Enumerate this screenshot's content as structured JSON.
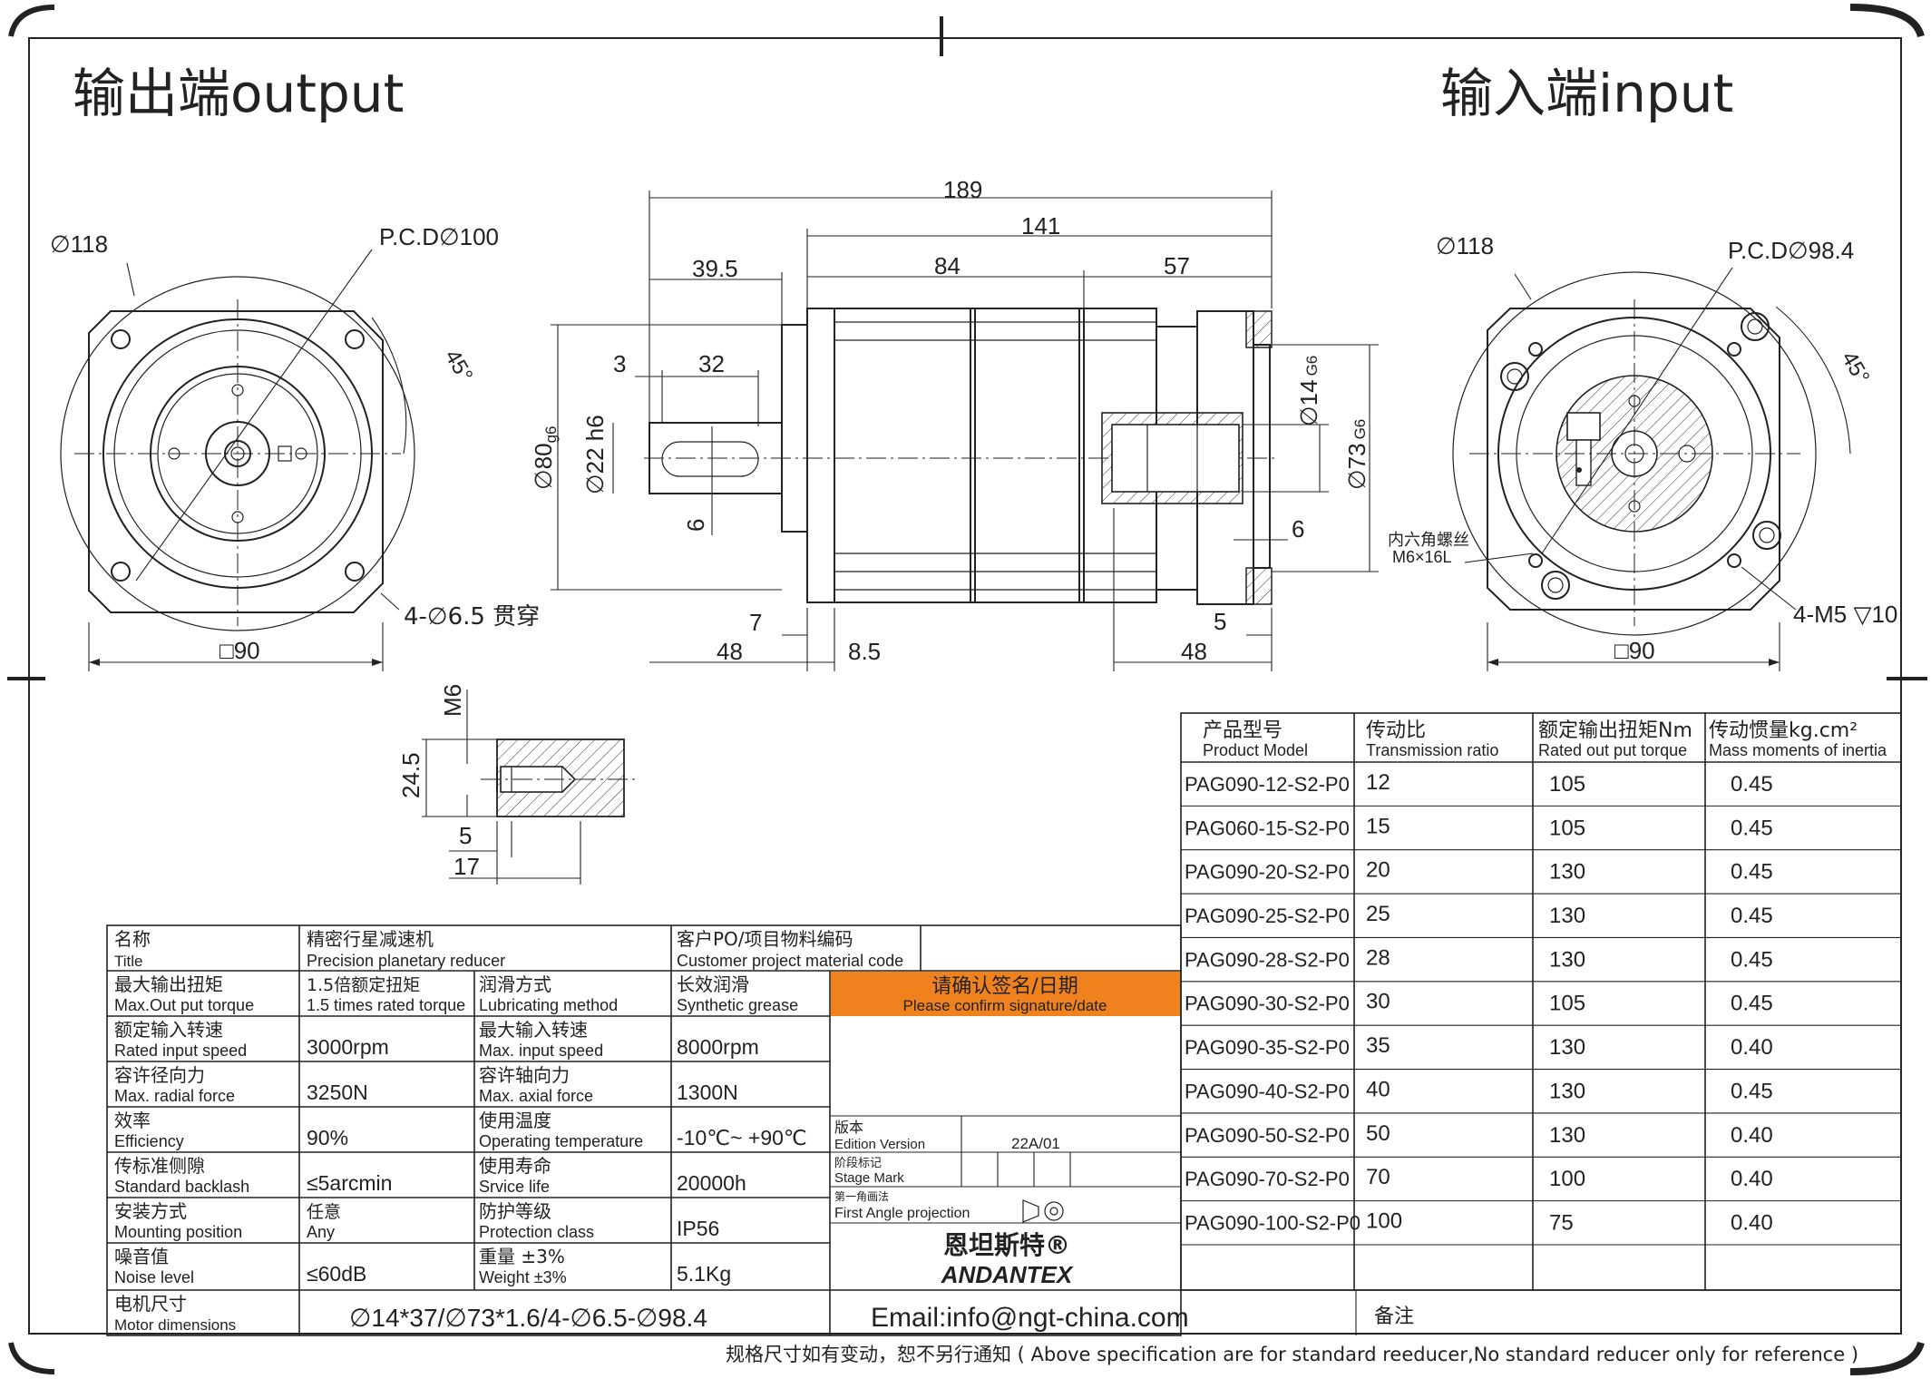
{
  "headings": {
    "output": "输出端output",
    "input": "输入端input"
  },
  "output_view": {
    "dia_outer": "∅118",
    "pcd": "P.C.D∅100",
    "angle": "45°",
    "holes": "4-∅6.5 贯穿",
    "square": "□90"
  },
  "side_view": {
    "overall": "189",
    "body": "141",
    "left_part": "84",
    "right_part": "57",
    "shaft_len": "39.5",
    "shaft_offset": "3",
    "key_len": "32",
    "key_w": "6",
    "flange_dia": "∅80",
    "flange_tol": "g6",
    "shaft_dia": "∅22 h6",
    "bore_dia": "∅14",
    "bore_tol": "G6",
    "pilot_dia": "∅73",
    "pilot_tol": "G6",
    "step6": "6",
    "flange7": "7",
    "bottom48_left": "48",
    "bottom8_5": "8.5",
    "dim5": "5",
    "bottom48_right": "48",
    "screw_note": "内六角螺丝",
    "screw_spec": "M6×16L"
  },
  "input_view": {
    "dia_outer": "∅118",
    "pcd": "P.C.D∅98.4",
    "angle": "45°",
    "holes": "4-M5 ▽10",
    "square": "□90"
  },
  "detail": {
    "thread": "M6",
    "depth": "24.5",
    "dim5": "5",
    "dim17": "17"
  },
  "model_table": {
    "headers": [
      {
        "cn": "产品型号",
        "en": "Product Model"
      },
      {
        "cn": "传动比",
        "en": "Transmission ratio"
      },
      {
        "cn": "额定输出扭矩Nm",
        "en": "Rated out put torque"
      },
      {
        "cn": "传动惯量kg.cm²",
        "en": "Mass moments of inertia"
      }
    ],
    "rows": [
      {
        "model": "PAG090-12-S2-P0",
        "ratio": "12",
        "torque": "105",
        "inertia": "0.45"
      },
      {
        "model": "PAG060-15-S2-P0",
        "ratio": "15",
        "torque": "105",
        "inertia": "0.45"
      },
      {
        "model": "PAG090-20-S2-P0",
        "ratio": "20",
        "torque": "130",
        "inertia": "0.45"
      },
      {
        "model": "PAG090-25-S2-P0",
        "ratio": "25",
        "torque": "130",
        "inertia": "0.45"
      },
      {
        "model": "PAG090-28-S2-P0",
        "ratio": "28",
        "torque": "130",
        "inertia": "0.45"
      },
      {
        "model": "PAG090-30-S2-P0",
        "ratio": "30",
        "torque": "105",
        "inertia": "0.45"
      },
      {
        "model": "PAG090-35-S2-P0",
        "ratio": "35",
        "torque": "130",
        "inertia": "0.40"
      },
      {
        "model": "PAG090-40-S2-P0",
        "ratio": "40",
        "torque": "130",
        "inertia": "0.45"
      },
      {
        "model": "PAG090-50-S2-P0",
        "ratio": "50",
        "torque": "130",
        "inertia": "0.40"
      },
      {
        "model": "PAG090-70-S2-P0",
        "ratio": "70",
        "torque": "100",
        "inertia": "0.40"
      },
      {
        "model": "PAG090-100-S2-P0",
        "ratio": "100",
        "torque": "75",
        "inertia": "0.40"
      }
    ]
  },
  "spec_table": {
    "name_cn": "名称",
    "name_en": "Title",
    "product_cn": "精密行星减速机",
    "product_en": "Precision planetary reducer",
    "customer_cn": "客户PO/项目物料编码",
    "customer_en": "Customer project material code",
    "rows": [
      {
        "l1cn": "最大输出扭矩",
        "l1en": "Max.Out put torque",
        "v1cn": "1.5倍额定扭矩",
        "v1en": "1.5 times rated torque",
        "l2cn": "润滑方式",
        "l2en": "Lubricating method",
        "v2cn": "长效润滑",
        "v2en": "Synthetic grease"
      },
      {
        "l1cn": "额定输入转速",
        "l1en": "Rated input speed",
        "v1": "3000rpm",
        "l2cn": "最大输入转速",
        "l2en": "Max. input speed",
        "v2": "8000rpm"
      },
      {
        "l1cn": "容许径向力",
        "l1en": "Max. radial force",
        "v1": "3250N",
        "l2cn": "容许轴向力",
        "l2en": "Max. axial force",
        "v2": "1300N"
      },
      {
        "l1cn": "效率",
        "l1en": "Efficiency",
        "v1": "90%",
        "l2cn": "使用温度",
        "l2en": "Operating temperature",
        "v2": "-10℃~ +90℃"
      },
      {
        "l1cn": "传标准侧隙",
        "l1en": "Standard backlash",
        "v1": "≤5arcmin",
        "l2cn": "使用寿命",
        "l2en": "Srvice life",
        "v2": "20000h"
      },
      {
        "l1cn": "安装方式",
        "l1en": "Mounting position",
        "v1cn": "任意",
        "v1en": "Any",
        "l2cn": "防护等级",
        "l2en": "Protection class",
        "v2": "IP56"
      },
      {
        "l1cn": "噪音值",
        "l1en": "Noise level",
        "v1": "≤60dB",
        "l2cn": "重量 ±3%",
        "l2en": "Weight ±3%",
        "v2": "5.1Kg"
      }
    ],
    "motor_cn": "电机尺寸",
    "motor_en": "Motor dimensions",
    "motor_value": "∅14*37/∅73*1.6/4-∅6.5-∅98.4",
    "confirm_cn": "请确认签名/日期",
    "confirm_en": "Please confirm signature/date",
    "confirm_color": "#f0821e",
    "edition_cn": "版本",
    "edition_en": "Edition Version",
    "edition_value": "22A/01",
    "stage_cn": "阶段标记",
    "stage_en": "Stage Mark",
    "projection_cn": "第一角画法",
    "projection_en": "First Angle projection",
    "brand_cn": "恩坦斯特®",
    "brand_en": "ANDANTEX",
    "brand_color": "#2a9a3a",
    "email": "Email:info@ngt-china.com",
    "remark": "备注"
  },
  "footer": "规格尺寸如有变动，恕不另行通知 ( Above specification are for standard reeducer,No standard reducer only for reference )"
}
